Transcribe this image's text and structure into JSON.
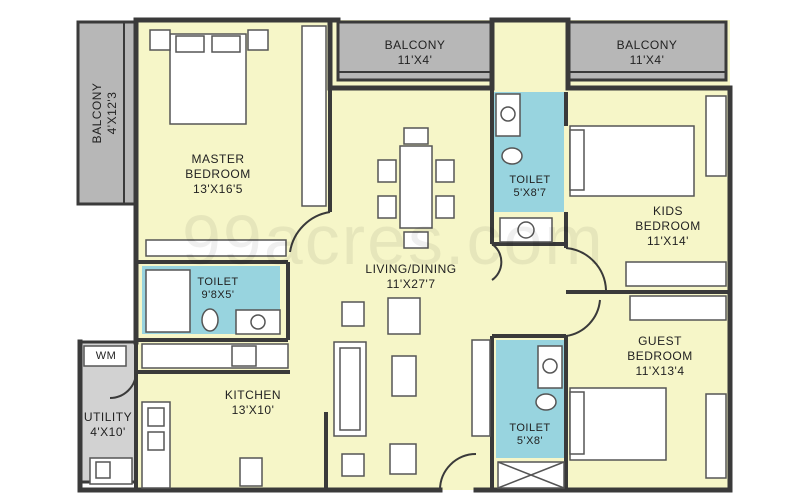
{
  "colors": {
    "wall": "#3a3a3a",
    "room_fill": "#f6f6c8",
    "balcony_fill": "#b7b7b7",
    "toilet_fill": "#98d4df",
    "utility_fill": "#d2d2d2",
    "furniture": "#ffffff",
    "furniture_stroke": "#555555"
  },
  "rooms": {
    "balcony_left": {
      "name": "BALCONY",
      "size": "4'X12'3"
    },
    "balcony_top_mid": {
      "name": "BALCONY",
      "size": "11'X4'"
    },
    "balcony_top_right": {
      "name": "BALCONY",
      "size": "11'X4'"
    },
    "master_bedroom": {
      "name_line1": "MASTER",
      "name_line2": "BEDROOM",
      "size": "13'X16'5"
    },
    "toilet_master": {
      "name": "TOILET",
      "size": "9'8X5'"
    },
    "toilet_kids": {
      "name": "TOILET",
      "size": "5'X8'7"
    },
    "kids_bedroom": {
      "name_line1": "KIDS",
      "name_line2": "BEDROOM",
      "size": "11'X14'"
    },
    "living_dining": {
      "name": "LIVING/DINING",
      "size": "11'X27'7"
    },
    "guest_bedroom": {
      "name_line1": "GUEST",
      "name_line2": "BEDROOM",
      "size": "11'X13'4"
    },
    "toilet_guest": {
      "name": "TOILET",
      "size": "5'X8'"
    },
    "kitchen": {
      "name": "KITCHEN",
      "size": "13'X10'"
    },
    "utility": {
      "name": "UTILITY",
      "size": "4'X10'"
    },
    "wm": {
      "name": "WM"
    }
  },
  "watermark": "99acres.com"
}
